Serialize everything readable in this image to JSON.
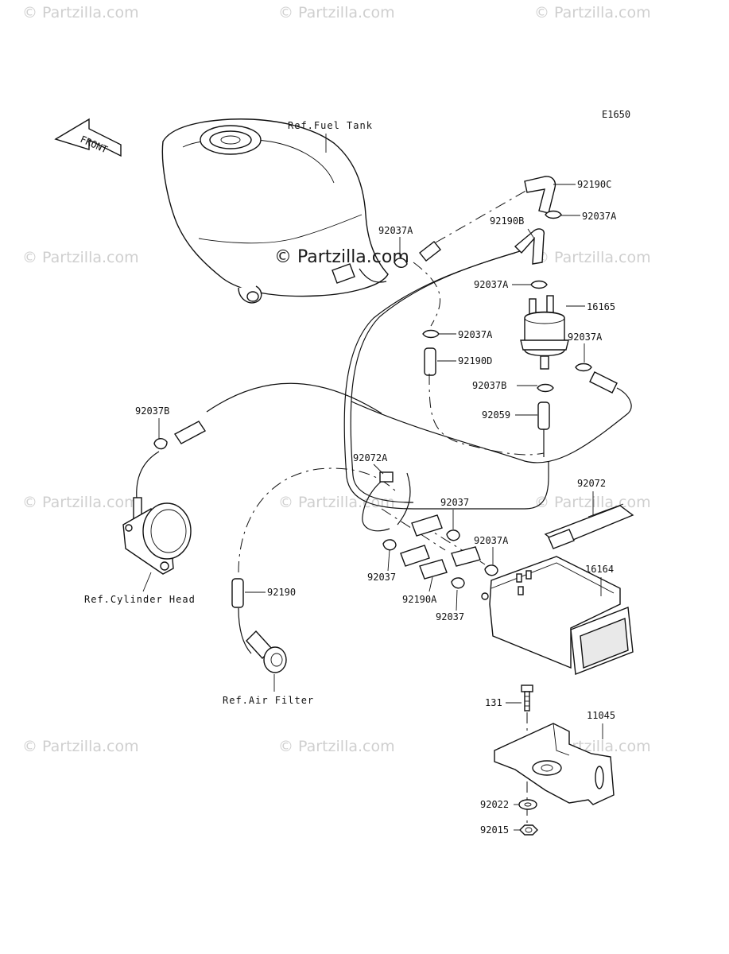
{
  "diagram_code": "E1650",
  "watermark": "© Partzilla.com",
  "watermark_center": "© Partzilla.com",
  "front_label": "FRONT",
  "refs": {
    "fuel_tank": "Ref.Fuel Tank",
    "cylinder_head": "Ref.Cylinder Head",
    "air_filter": "Ref.Air Filter"
  },
  "labels": {
    "p92190C": "92190C",
    "p92037A_top": "92037A",
    "p92190B": "92190B",
    "p92037A_mid": "92037A",
    "p16165": "16165",
    "p92037A_right": "92037A",
    "p92037A_left": "92037A",
    "p92190D": "92190D",
    "p92037A_tank": "92037A",
    "p92037B_right": "92037B",
    "p92059": "92059",
    "p92037B_left": "92037B",
    "p92072A": "92072A",
    "p92037_upper": "92037",
    "p92072": "92072",
    "p92037A_canister": "92037A",
    "p16164": "16164",
    "p92037_left": "92037",
    "p92190A": "92190A",
    "p92037_lower": "92037",
    "p92190": "92190",
    "p131": "131",
    "p11045": "11045",
    "p92022": "92022",
    "p92015": "92015"
  }
}
